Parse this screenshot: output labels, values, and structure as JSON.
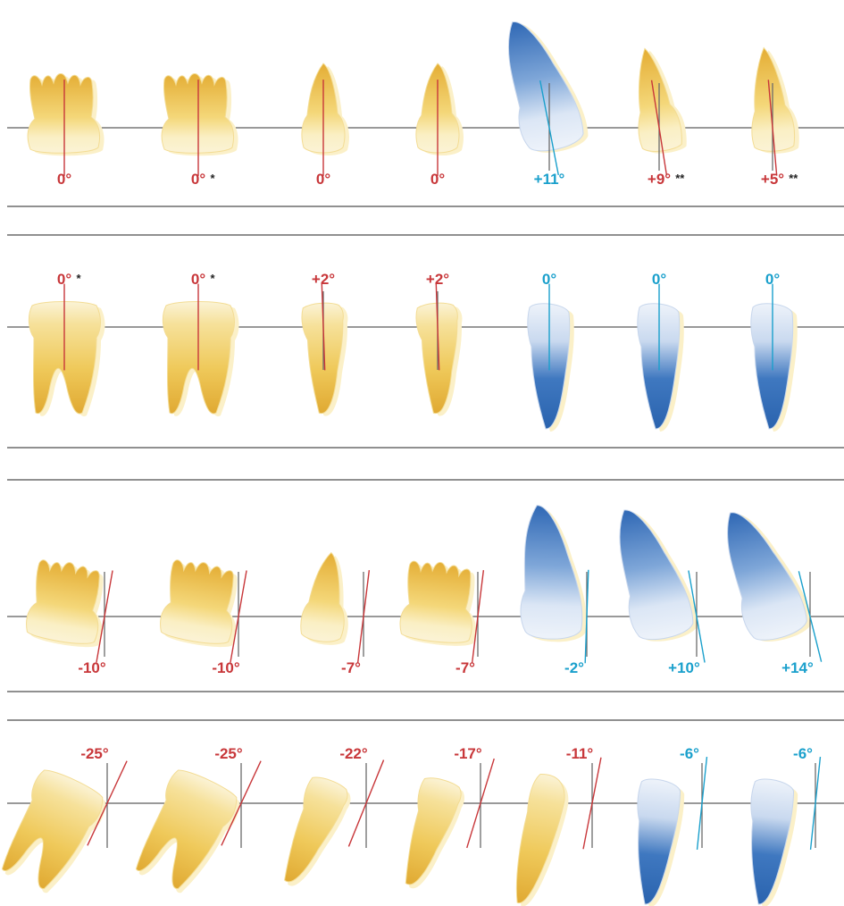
{
  "colors": {
    "red": "#c8373a",
    "blue": "#1aa0cc",
    "grey": "#6b6b6b",
    "crown_yellow": "#f3d679",
    "root_yellow": "#e9b73e",
    "blue_light": "#dfe9f6",
    "blue_dark": "#2a67b2"
  },
  "rows": [
    {
      "name": "row-1",
      "teeth": [
        {
          "angle": "0°",
          "value": 0,
          "stars": "",
          "color": "red",
          "shape": "molar-up"
        },
        {
          "angle": "0°",
          "value": 0,
          "stars": "*",
          "color": "red",
          "shape": "molar-up"
        },
        {
          "angle": "0°",
          "value": 0,
          "stars": "",
          "color": "red",
          "shape": "premolar-up"
        },
        {
          "angle": "0°",
          "value": 0,
          "stars": "",
          "color": "red",
          "shape": "premolar-up"
        },
        {
          "angle": "+11°",
          "value": 11,
          "stars": "",
          "color": "blue",
          "shape": "incisor-up-blue"
        },
        {
          "angle": "+9°",
          "value": 9,
          "stars": "**",
          "color": "red",
          "shape": "canine-up"
        },
        {
          "angle": "+5°",
          "value": 5,
          "stars": "**",
          "color": "red",
          "shape": "canine-up"
        }
      ]
    },
    {
      "name": "row-2",
      "teeth": [
        {
          "angle": "0°",
          "value": 0,
          "stars": "*",
          "color": "red",
          "shape": "molar-down"
        },
        {
          "angle": "0°",
          "value": 0,
          "stars": "*",
          "color": "red",
          "shape": "molar-down"
        },
        {
          "angle": "+2°",
          "value": 2,
          "stars": "",
          "color": "red",
          "shape": "premolar-down"
        },
        {
          "angle": "+2°",
          "value": 2,
          "stars": "",
          "color": "red",
          "shape": "premolar-down"
        },
        {
          "angle": "0°",
          "value": 0,
          "stars": "",
          "color": "blue",
          "shape": "incisor-down-blue"
        },
        {
          "angle": "0°",
          "value": 0,
          "stars": "",
          "color": "blue",
          "shape": "incisor-down-blue"
        },
        {
          "angle": "0°",
          "value": 0,
          "stars": "",
          "color": "blue",
          "shape": "incisor-down-blue"
        }
      ]
    },
    {
      "name": "row-3",
      "teeth": [
        {
          "angle": "-10°",
          "value": -10,
          "stars": "",
          "color": "red",
          "shape": "molar-up"
        },
        {
          "angle": "-10°",
          "value": -10,
          "stars": "",
          "color": "red",
          "shape": "molar-up"
        },
        {
          "angle": "-7°",
          "value": -7,
          "stars": "",
          "color": "red",
          "shape": "premolar-up"
        },
        {
          "angle": "-7°",
          "value": -7,
          "stars": "",
          "color": "red",
          "shape": "molar-up"
        },
        {
          "angle": "-2°",
          "value": -2,
          "stars": "",
          "color": "blue",
          "shape": "incisor-up-blue"
        },
        {
          "angle": "+10°",
          "value": 10,
          "stars": "",
          "color": "blue",
          "shape": "incisor-up-blue"
        },
        {
          "angle": "+14°",
          "value": 14,
          "stars": "",
          "color": "blue",
          "shape": "incisor-up-blue"
        }
      ]
    },
    {
      "name": "row-4",
      "teeth": [
        {
          "angle": "-25°",
          "value": -25,
          "stars": "",
          "color": "red",
          "shape": "molar-down"
        },
        {
          "angle": "-25°",
          "value": -25,
          "stars": "",
          "color": "red",
          "shape": "molar-down"
        },
        {
          "angle": "-22°",
          "value": -22,
          "stars": "",
          "color": "red",
          "shape": "premolar-down"
        },
        {
          "angle": "-17°",
          "value": -17,
          "stars": "",
          "color": "red",
          "shape": "premolar-down"
        },
        {
          "angle": "-11°",
          "value": -11,
          "stars": "",
          "color": "red",
          "shape": "canine-down"
        },
        {
          "angle": "-6°",
          "value": -6,
          "stars": "",
          "color": "blue",
          "shape": "incisor-down-blue"
        },
        {
          "angle": "-6°",
          "value": -6,
          "stars": "",
          "color": "blue",
          "shape": "incisor-down-blue"
        }
      ]
    }
  ]
}
